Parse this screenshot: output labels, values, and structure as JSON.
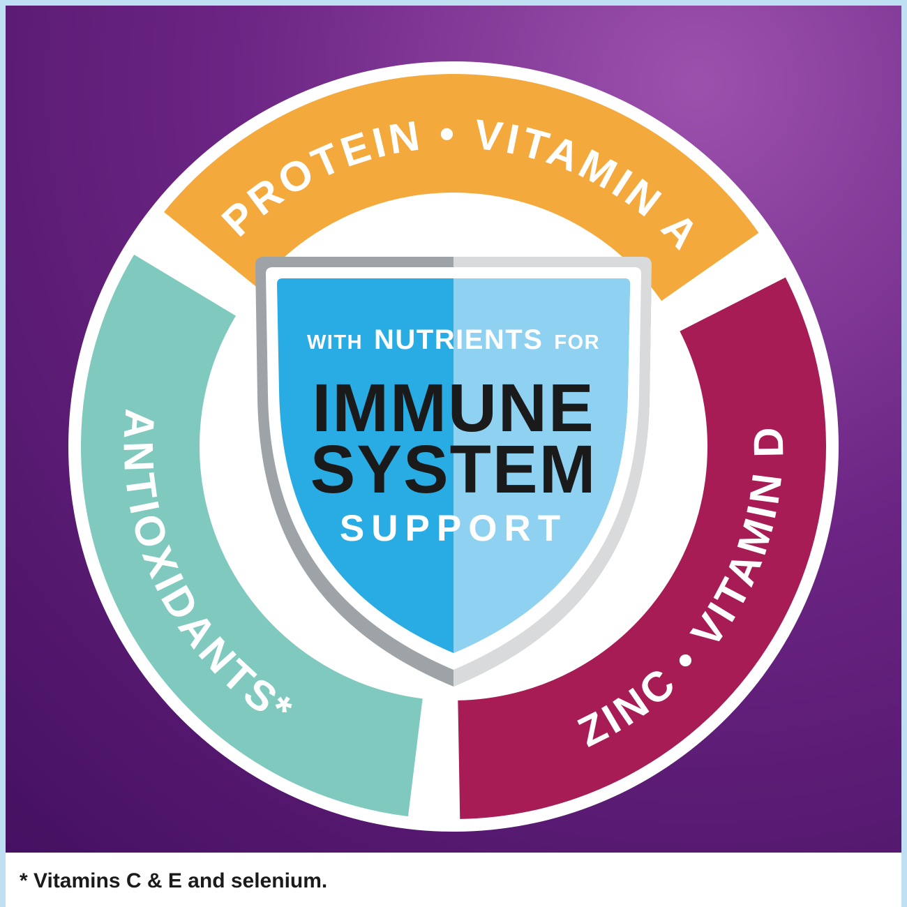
{
  "colors": {
    "frame_border": "#BEE0F2",
    "bg_light": "#9C51AD",
    "bg_mid": "#6B2483",
    "bg_dark": "#441060",
    "ring_white": "#FFFFFF",
    "arc_text": "#FFFFFF"
  },
  "ring": {
    "segments": [
      {
        "label": "PROTEIN • VITAMIN A",
        "color": "#F3A93C"
      },
      {
        "label": "ANTIOXIDANTS*",
        "color": "#7FC9BE"
      },
      {
        "label": "ZINC • VITAMIN D",
        "color": "#A81C55"
      }
    ]
  },
  "shield": {
    "eyebrow_left": "WITH",
    "eyebrow_center": "NUTRIENTS",
    "eyebrow_right": "FOR",
    "title_line1": "IMMUNE",
    "title_line2": "SYSTEM",
    "subtitle": "SUPPORT",
    "rim_left": "#9EA3A8",
    "rim_right": "#D8DADC",
    "inner_ring": "#FFFFFF",
    "field_left": "#29ACE3",
    "field_right": "#8ED1F0",
    "title_color": "#1A1A1A",
    "light_text_color": "#FFFFFF"
  },
  "footnote": {
    "text": "* Vitamins C & E and selenium.",
    "bar_color": "#FFFFFF",
    "text_color": "#1B1B1B"
  }
}
